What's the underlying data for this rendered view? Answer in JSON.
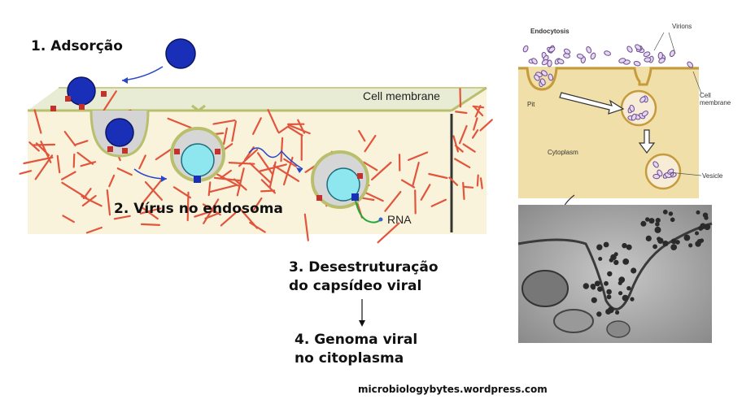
{
  "steps": {
    "s1": "1. Adsorção",
    "s2": "2. Vírus no endosoma",
    "s3_line1": "3. Desestruturação",
    "s3_line2": "do capsídeo viral",
    "s4_line1": "4. Genoma viral",
    "s4_line2": "no citoplasma"
  },
  "left_diagram": {
    "cell_membrane": "Cell membrane",
    "rna": "RNA"
  },
  "right_diagram": {
    "title": "Endocytosis",
    "virions": "Virions",
    "cell_membrane_line1": "Cell",
    "cell_membrane_line2": "membrane",
    "pit": "Pit",
    "cytoplasm": "Cytoplasm",
    "vesicle": "Vesicle"
  },
  "credit": "microbiologybytes.wordpress.com",
  "colors": {
    "capsid": "#1a2fb8",
    "capsid_uncoated": "#8ee6ee",
    "receptor": "#c4312a",
    "fibers": "#e2553d",
    "cytosol": "#faf3dc",
    "membrane": "#c9cf8a",
    "rna": "#22a838"
  }
}
